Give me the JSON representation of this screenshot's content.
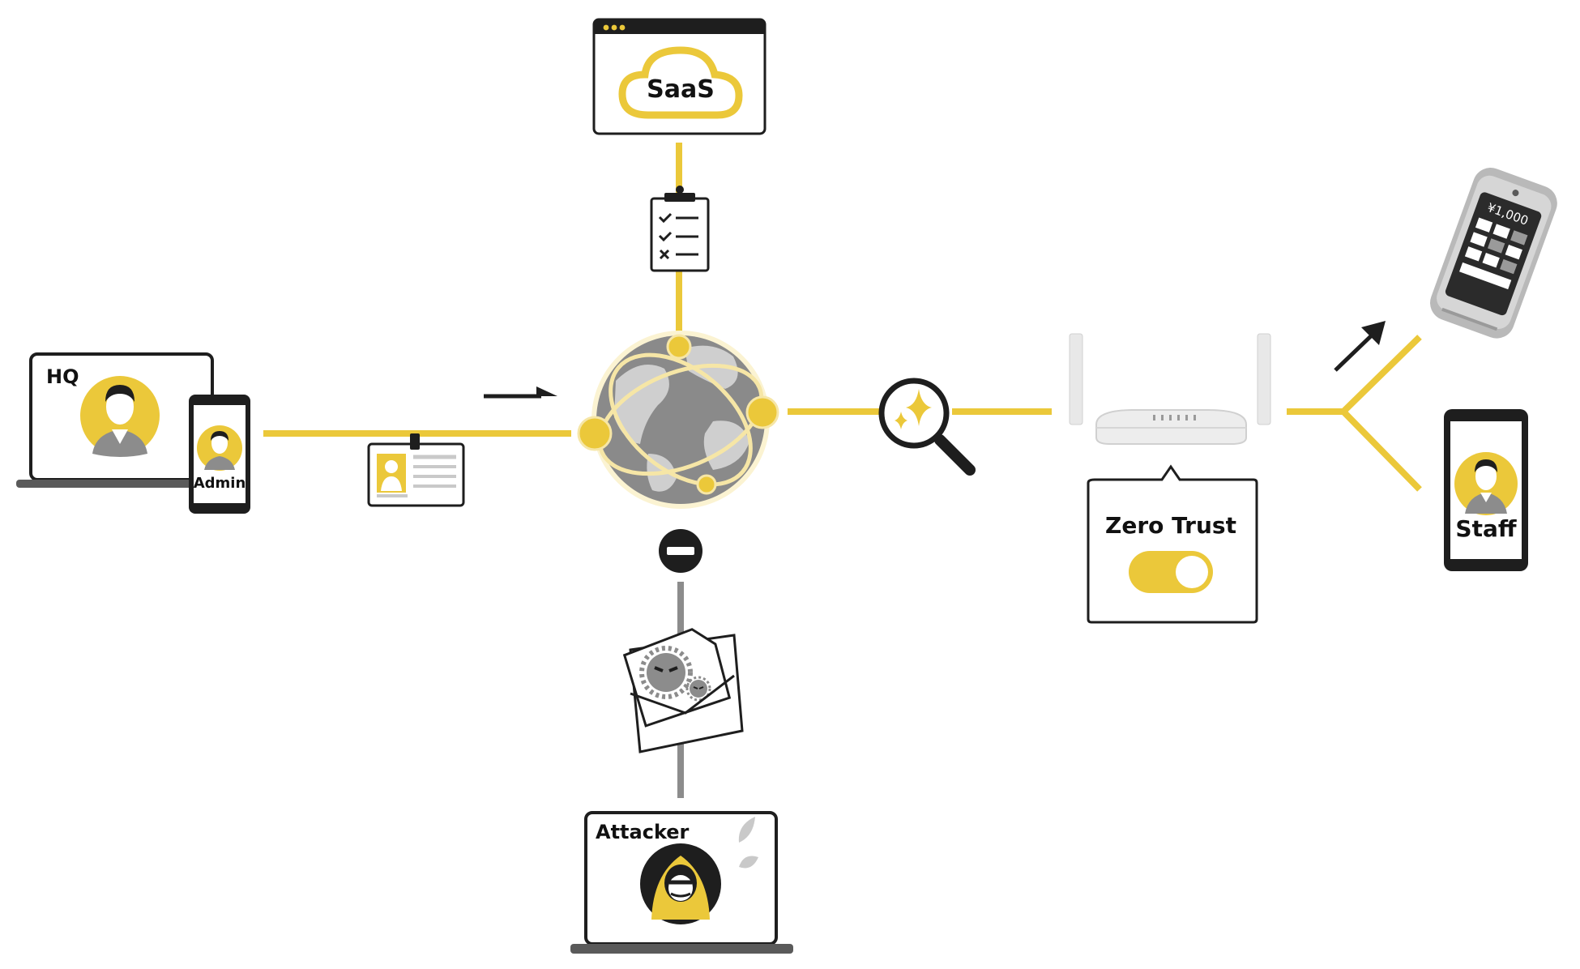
{
  "colors": {
    "accent": "#EBC83A",
    "dark": "#1E1E1E",
    "gray": "#8C8C8C",
    "light_gray": "#D9D9D9",
    "white": "#FFFFFF"
  },
  "labels": {
    "saas": "SaaS",
    "hq": "HQ",
    "admin": "Admin",
    "zero_trust": "Zero Trust",
    "staff": "Staff",
    "attacker": "Attacker",
    "pos_amount": "¥1,000"
  },
  "zero_trust_toggle": {
    "enabled": true
  },
  "icons": [
    "browser-window-icon",
    "cloud-icon",
    "checklist-clipboard-icon",
    "globe-icon",
    "id-badge-icon",
    "magnifier-sparkle-icon",
    "router-icon",
    "laptop-icon",
    "smartphone-icon",
    "person-avatar-icon",
    "payment-terminal-icon",
    "block-icon",
    "malware-envelope-icon",
    "hacker-avatar-icon",
    "arrow-icon"
  ]
}
